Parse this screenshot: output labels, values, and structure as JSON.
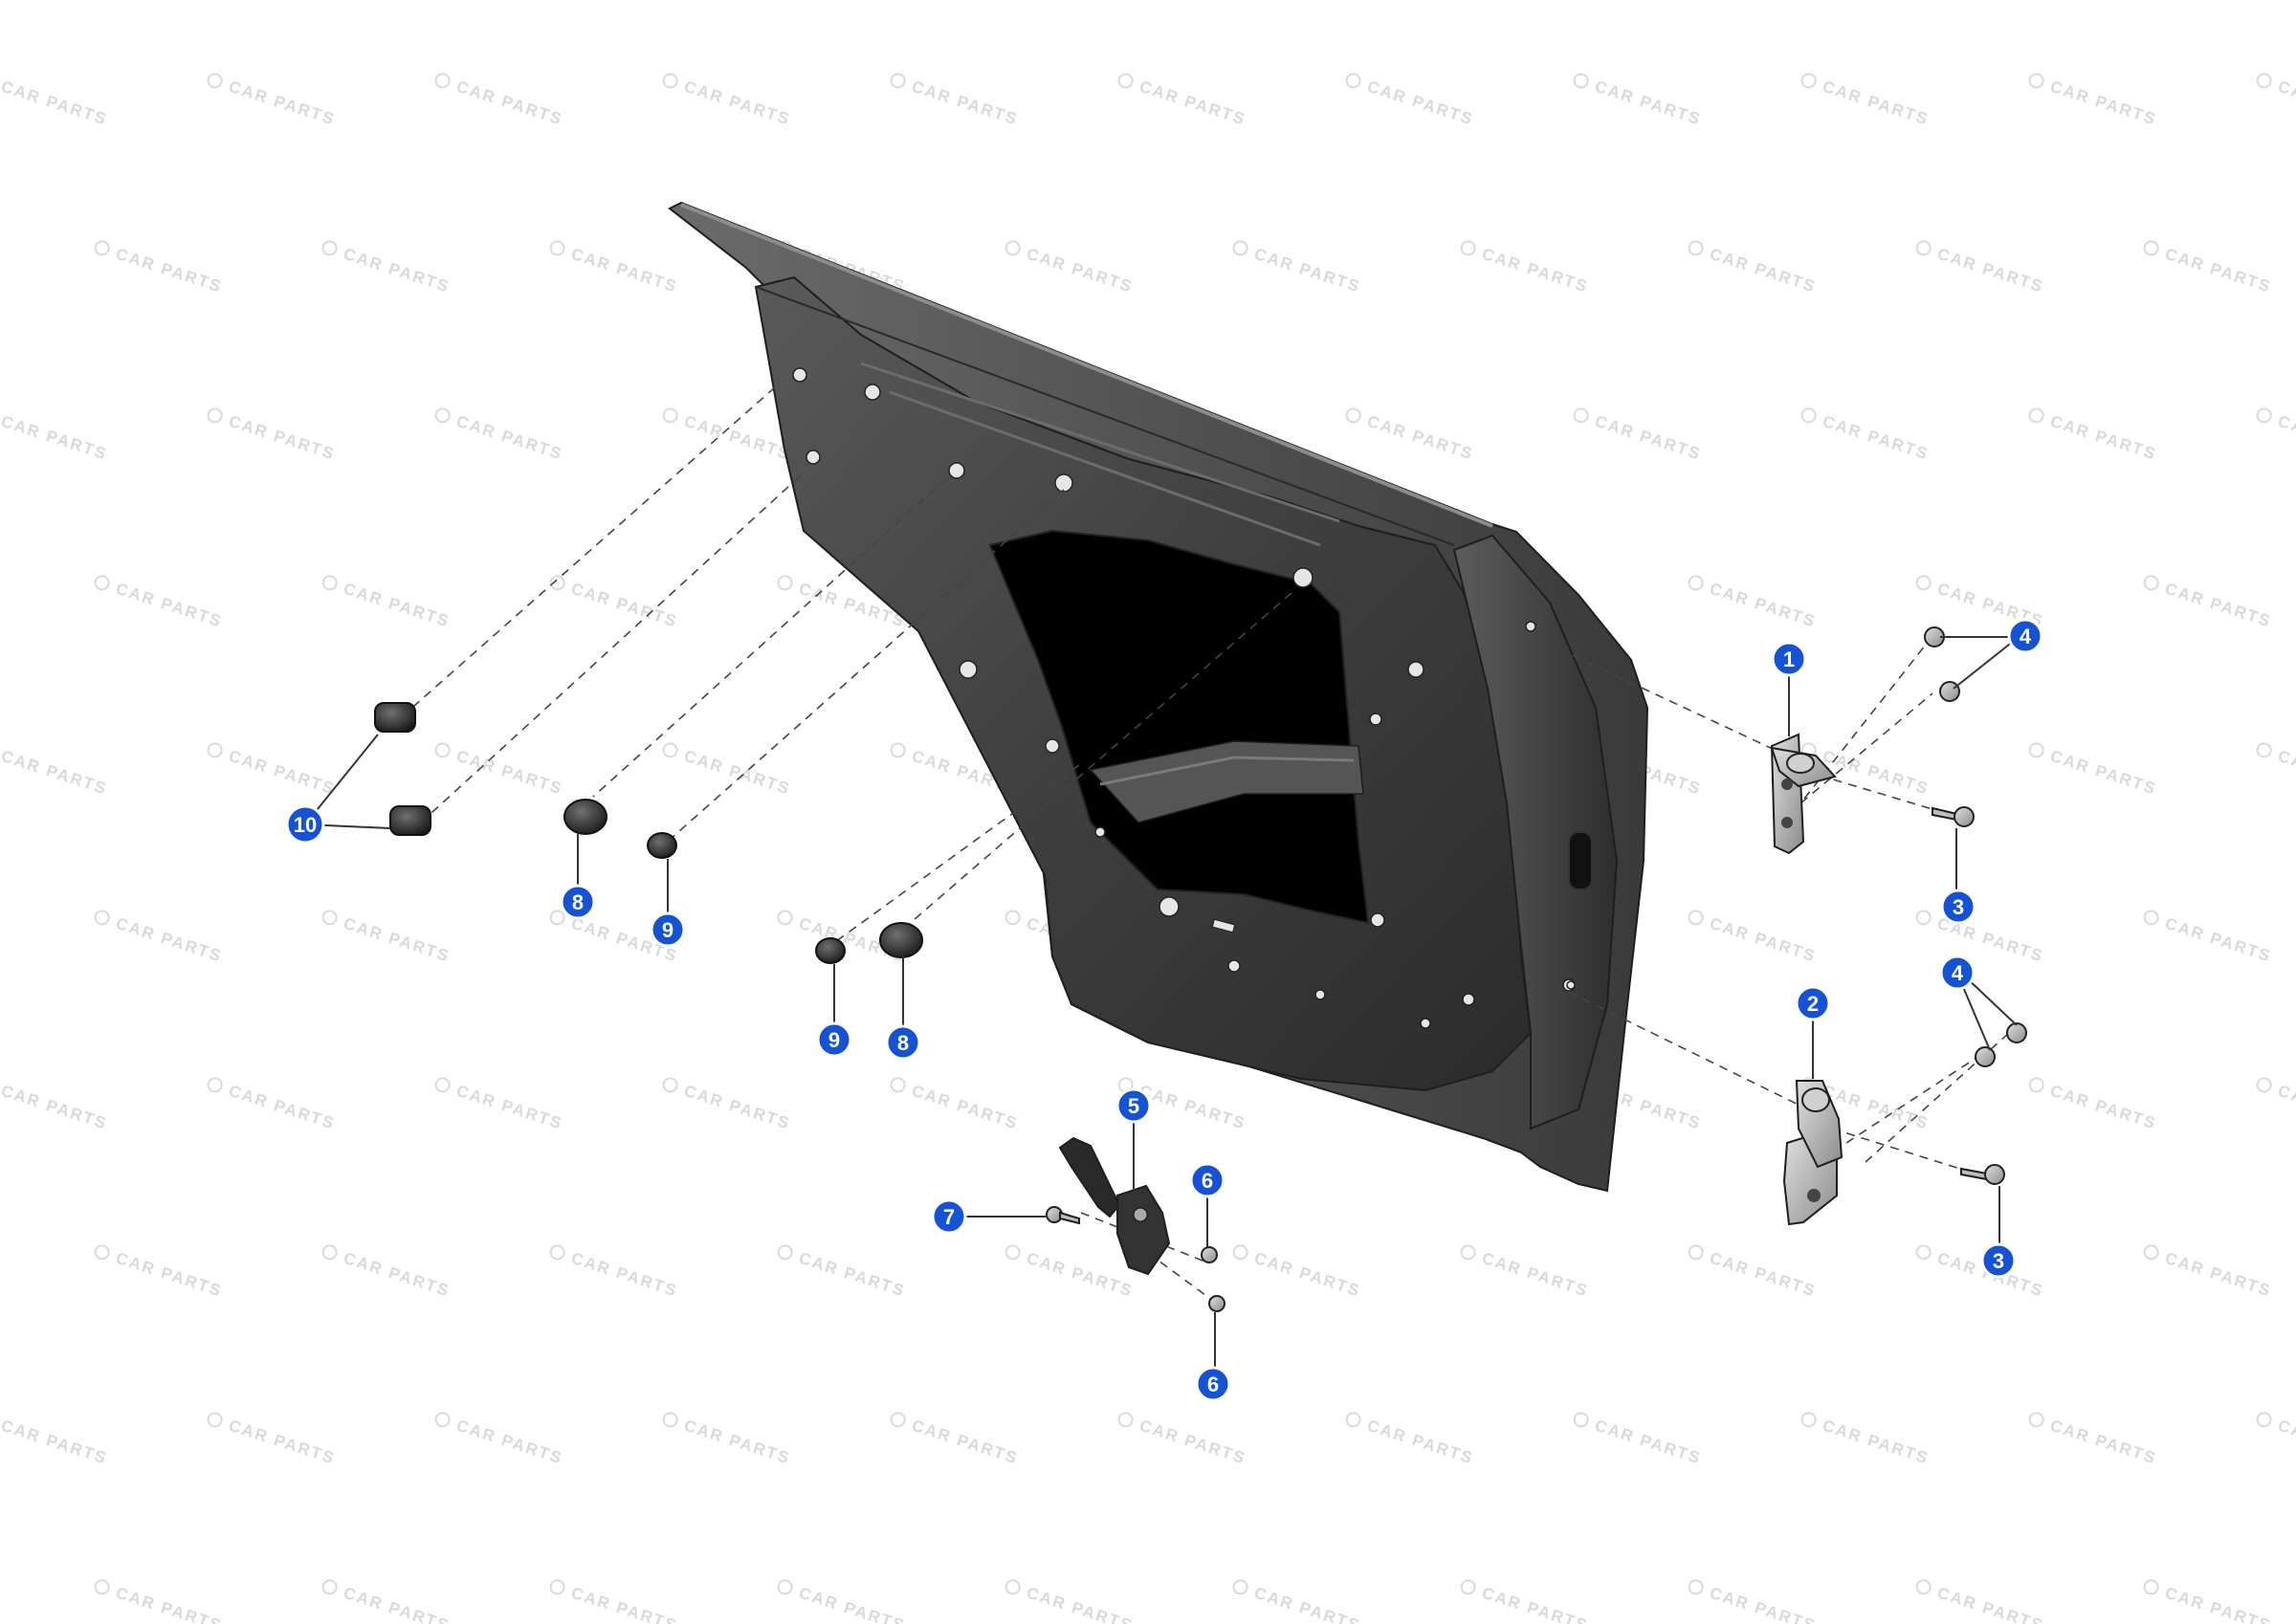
{
  "watermark": {
    "text": "CAR PARTS"
  },
  "diagram": {
    "callouts": [
      {
        "label": "1",
        "part": "upper-hinge"
      },
      {
        "label": "2",
        "part": "lower-hinge"
      },
      {
        "label": "3",
        "part": "hinge-bolt-upper"
      },
      {
        "label": "3",
        "part": "hinge-bolt-lower"
      },
      {
        "label": "4",
        "part": "hinge-nut-upper"
      },
      {
        "label": "4",
        "part": "hinge-nut-lower"
      },
      {
        "label": "5",
        "part": "door-check-strap"
      },
      {
        "label": "6",
        "part": "check-strap-nut-upper"
      },
      {
        "label": "6",
        "part": "check-strap-nut-lower"
      },
      {
        "label": "7",
        "part": "check-strap-bolt"
      },
      {
        "label": "8",
        "part": "round-plug-large-upper"
      },
      {
        "label": "8",
        "part": "round-plug-large-lower"
      },
      {
        "label": "9",
        "part": "round-plug-small-upper"
      },
      {
        "label": "9",
        "part": "round-plug-small-lower"
      },
      {
        "label": "10",
        "part": "rectangular-plugs"
      }
    ],
    "colors": {
      "callout_fill": "#1553d4",
      "door_panel": "#4a4a4a",
      "hinge_metal": "#b8b8b8",
      "background": "#ffffff"
    }
  }
}
